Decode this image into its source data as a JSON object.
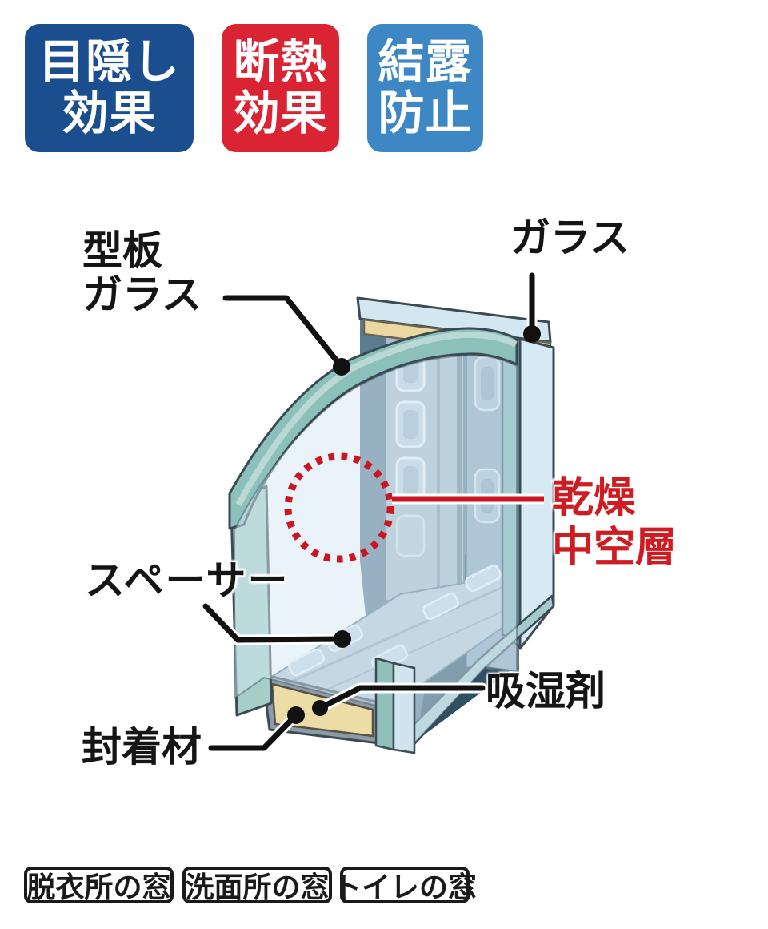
{
  "badges": [
    {
      "line1": "目隠し",
      "line2": "効果",
      "color": "#1a4e8e"
    },
    {
      "line1": "断熱",
      "line2": "効果",
      "color": "#da2433"
    },
    {
      "line1": "結露",
      "line2": "防止",
      "color": "#3e87c5"
    }
  ],
  "labels": {
    "front_glass": {
      "line1": "型板",
      "line2": "ガラス"
    },
    "back_glass": {
      "text": "ガラス"
    },
    "spacer": {
      "text": "スペーサー"
    },
    "air_layer": {
      "line1": "乾燥",
      "line2": "中空層"
    },
    "desiccant": {
      "text": "吸湿剤"
    },
    "sealant": {
      "text": "封着材"
    }
  },
  "footer_tags": [
    {
      "label": "脱衣所の窓"
    },
    {
      "label": "洗面所の窓"
    },
    {
      "label": "トイレの窓"
    }
  ],
  "colors": {
    "accent_red": "#cc1520",
    "air_label_red": "#cf1c23",
    "glass_edge_teal": "#8cc0ba",
    "glass_face_blue": "#d7e9f2",
    "desiccant_yellow": "#ecdca6",
    "sealant_gray": "#8d9ba5",
    "outline": "#3b4b54"
  }
}
